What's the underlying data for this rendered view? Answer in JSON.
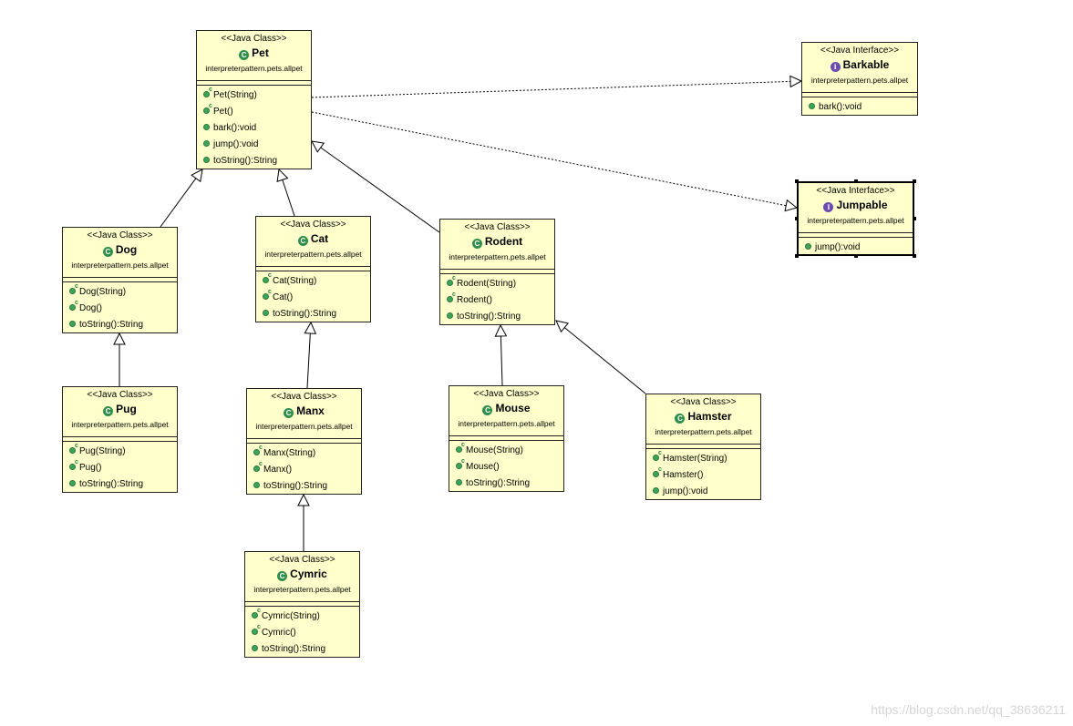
{
  "classes": [
    {
      "id": "pet",
      "stereotype": "<<Java Class>>",
      "name": "Pet",
      "package": "interpreterpattern.pets.allpet",
      "kind": "class",
      "members": [
        {
          "text": "Pet(String)",
          "ctor": true
        },
        {
          "text": "Pet()",
          "ctor": true
        },
        {
          "text": "bark():void",
          "ctor": false
        },
        {
          "text": "jump():void",
          "ctor": false
        },
        {
          "text": "toString():String",
          "ctor": false
        }
      ]
    },
    {
      "id": "barkable",
      "stereotype": "<<Java Interface>>",
      "name": "Barkable",
      "package": "interpreterpattern.pets.allpet",
      "kind": "interface",
      "members": [
        {
          "text": "bark():void",
          "ctor": false
        }
      ]
    },
    {
      "id": "jumpable",
      "stereotype": "<<Java Interface>>",
      "name": "Jumpable",
      "package": "interpreterpattern.pets.allpet",
      "kind": "interface",
      "selected": true,
      "members": [
        {
          "text": "jump():void",
          "ctor": false
        }
      ]
    },
    {
      "id": "dog",
      "stereotype": "<<Java Class>>",
      "name": "Dog",
      "package": "interpreterpattern.pets.allpet",
      "kind": "class",
      "members": [
        {
          "text": "Dog(String)",
          "ctor": true
        },
        {
          "text": "Dog()",
          "ctor": true
        },
        {
          "text": "toString():String",
          "ctor": false
        }
      ]
    },
    {
      "id": "cat",
      "stereotype": "<<Java Class>>",
      "name": "Cat",
      "package": "interpreterpattern.pets.allpet",
      "kind": "class",
      "members": [
        {
          "text": "Cat(String)",
          "ctor": true
        },
        {
          "text": "Cat()",
          "ctor": true
        },
        {
          "text": "toString():String",
          "ctor": false
        }
      ]
    },
    {
      "id": "rodent",
      "stereotype": "<<Java Class>>",
      "name": "Rodent",
      "package": "interpreterpattern.pets.allpet",
      "kind": "class",
      "members": [
        {
          "text": "Rodent(String)",
          "ctor": true
        },
        {
          "text": "Rodent()",
          "ctor": true
        },
        {
          "text": "toString():String",
          "ctor": false
        }
      ]
    },
    {
      "id": "pug",
      "stereotype": "<<Java Class>>",
      "name": "Pug",
      "package": "interpreterpattern.pets.allpet",
      "kind": "class",
      "members": [
        {
          "text": "Pug(String)",
          "ctor": true
        },
        {
          "text": "Pug()",
          "ctor": true
        },
        {
          "text": "toString():String",
          "ctor": false
        }
      ]
    },
    {
      "id": "manx",
      "stereotype": "<<Java Class>>",
      "name": "Manx",
      "package": "interpreterpattern.pets.allpet",
      "kind": "class",
      "members": [
        {
          "text": "Manx(String)",
          "ctor": true
        },
        {
          "text": "Manx()",
          "ctor": true
        },
        {
          "text": "toString():String",
          "ctor": false
        }
      ]
    },
    {
      "id": "mouse",
      "stereotype": "<<Java Class>>",
      "name": "Mouse",
      "package": "interpreterpattern.pets.allpet",
      "kind": "class",
      "members": [
        {
          "text": "Mouse(String)",
          "ctor": true
        },
        {
          "text": "Mouse()",
          "ctor": true
        },
        {
          "text": "toString():String",
          "ctor": false
        }
      ]
    },
    {
      "id": "hamster",
      "stereotype": "<<Java Class>>",
      "name": "Hamster",
      "package": "interpreterpattern.pets.allpet",
      "kind": "class",
      "members": [
        {
          "text": "Hamster(String)",
          "ctor": true
        },
        {
          "text": "Hamster()",
          "ctor": true
        },
        {
          "text": "jump():void",
          "ctor": false
        }
      ]
    },
    {
      "id": "cymric",
      "stereotype": "<<Java Class>>",
      "name": "Cymric",
      "package": "interpreterpattern.pets.allpet",
      "kind": "class",
      "members": [
        {
          "text": "Cymric(String)",
          "ctor": true
        },
        {
          "text": "Cymric()",
          "ctor": true
        },
        {
          "text": "toString():String",
          "ctor": false
        }
      ]
    }
  ],
  "relations": [
    {
      "from": "dog",
      "to": "pet",
      "type": "generalization"
    },
    {
      "from": "cat",
      "to": "pet",
      "type": "generalization"
    },
    {
      "from": "rodent",
      "to": "pet",
      "type": "generalization"
    },
    {
      "from": "pug",
      "to": "dog",
      "type": "generalization"
    },
    {
      "from": "manx",
      "to": "cat",
      "type": "generalization"
    },
    {
      "from": "cymric",
      "to": "manx",
      "type": "generalization"
    },
    {
      "from": "mouse",
      "to": "rodent",
      "type": "generalization"
    },
    {
      "from": "hamster",
      "to": "rodent",
      "type": "generalization"
    },
    {
      "from": "pet",
      "to": "barkable",
      "type": "realization"
    },
    {
      "from": "pet",
      "to": "jumpable",
      "type": "realization"
    }
  ],
  "icons": {
    "class": "C",
    "interface": "I",
    "ctor_mark": "c"
  },
  "colors": {
    "box_fill": "#ffffcc",
    "class_icon": "#2f8f4a",
    "interface_icon": "#6b4bb0",
    "member_dot": "#3da55a"
  },
  "watermark": "https://blog.csdn.net/qq_38636211"
}
